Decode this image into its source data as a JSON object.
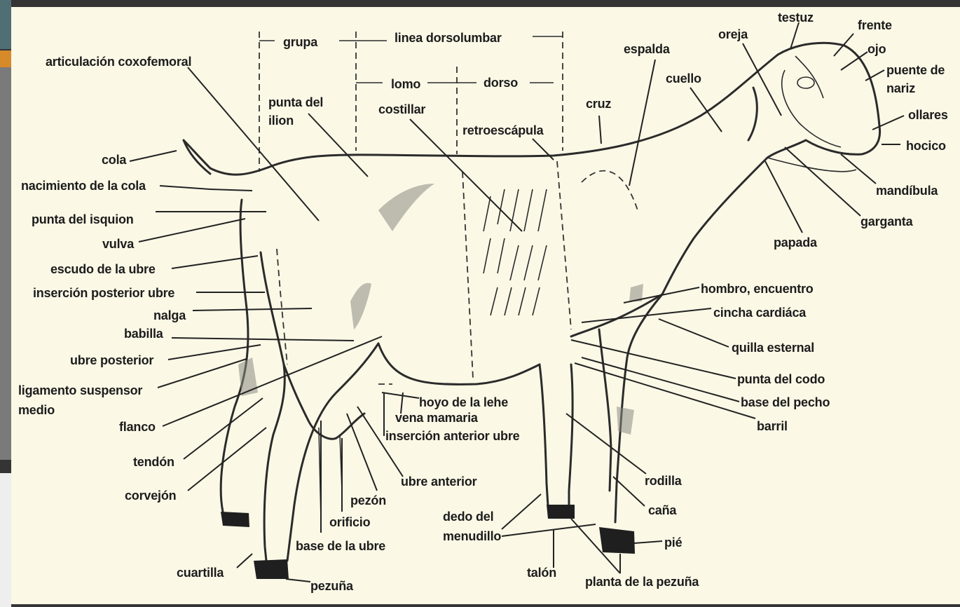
{
  "labels": {
    "grupa": "grupa",
    "linea_dorsolumbar": "linea dorsolumbar",
    "lomo": "lomo",
    "dorso": "dorso",
    "articulacion_coxofemoral": "articulación coxofemoral",
    "punta_del_ilion_1": "punta del",
    "punta_del_ilion_2": "ilion",
    "costillar": "costillar",
    "retroescapula": "retroescápula",
    "cruz": "cruz",
    "espalda": "espalda",
    "cuello": "cuello",
    "oreja": "oreja",
    "testuz": "testuz",
    "frente": "frente",
    "ojo": "ojo",
    "puente_nariz_1": "puente de",
    "puente_nariz_2": "nariz",
    "ollares": "ollares",
    "hocico": "hocico",
    "mandibula": "mandíbula",
    "garganta": "garganta",
    "papada": "papada",
    "cola": "cola",
    "nacimiento_cola": "nacimiento de la cola",
    "punta_isquion": "punta del isquion",
    "vulva": "vulva",
    "escudo_ubre": "escudo de la ubre",
    "insercion_posterior": "inserción posterior ubre",
    "nalga": "nalga",
    "babilla": "babilla",
    "ubre_posterior": "ubre posterior",
    "ligamento_1": "ligamento suspensor",
    "ligamento_2": "medio",
    "flanco": "flanco",
    "tendon": "tendón",
    "corvejon": "corvejón",
    "cuartilla": "cuartilla",
    "pezuna": "pezuña",
    "base_ubre": "base de la ubre",
    "orificio": "orificio",
    "pezon": "pezón",
    "ubre_anterior": "ubre anterior",
    "hoyo_leche": "hoyo de la lehe",
    "vena_mamaria": "vena mamaria",
    "insercion_anterior": "inserción anterior ubre",
    "dedo_1": "dedo del",
    "dedo_2": "menudillo",
    "talon": "talón",
    "planta_pezuna": "planta de la pezuña",
    "pie": "pié",
    "cana": "caña",
    "rodilla": "rodilla",
    "barril": "barril",
    "base_pecho": "base del pecho",
    "punta_codo": "punta del codo",
    "quilla_esternal": "quilla esternal",
    "cincha_cardiaca": "cincha cardiáca",
    "hombro_encuentro": "hombro, encuentro"
  }
}
